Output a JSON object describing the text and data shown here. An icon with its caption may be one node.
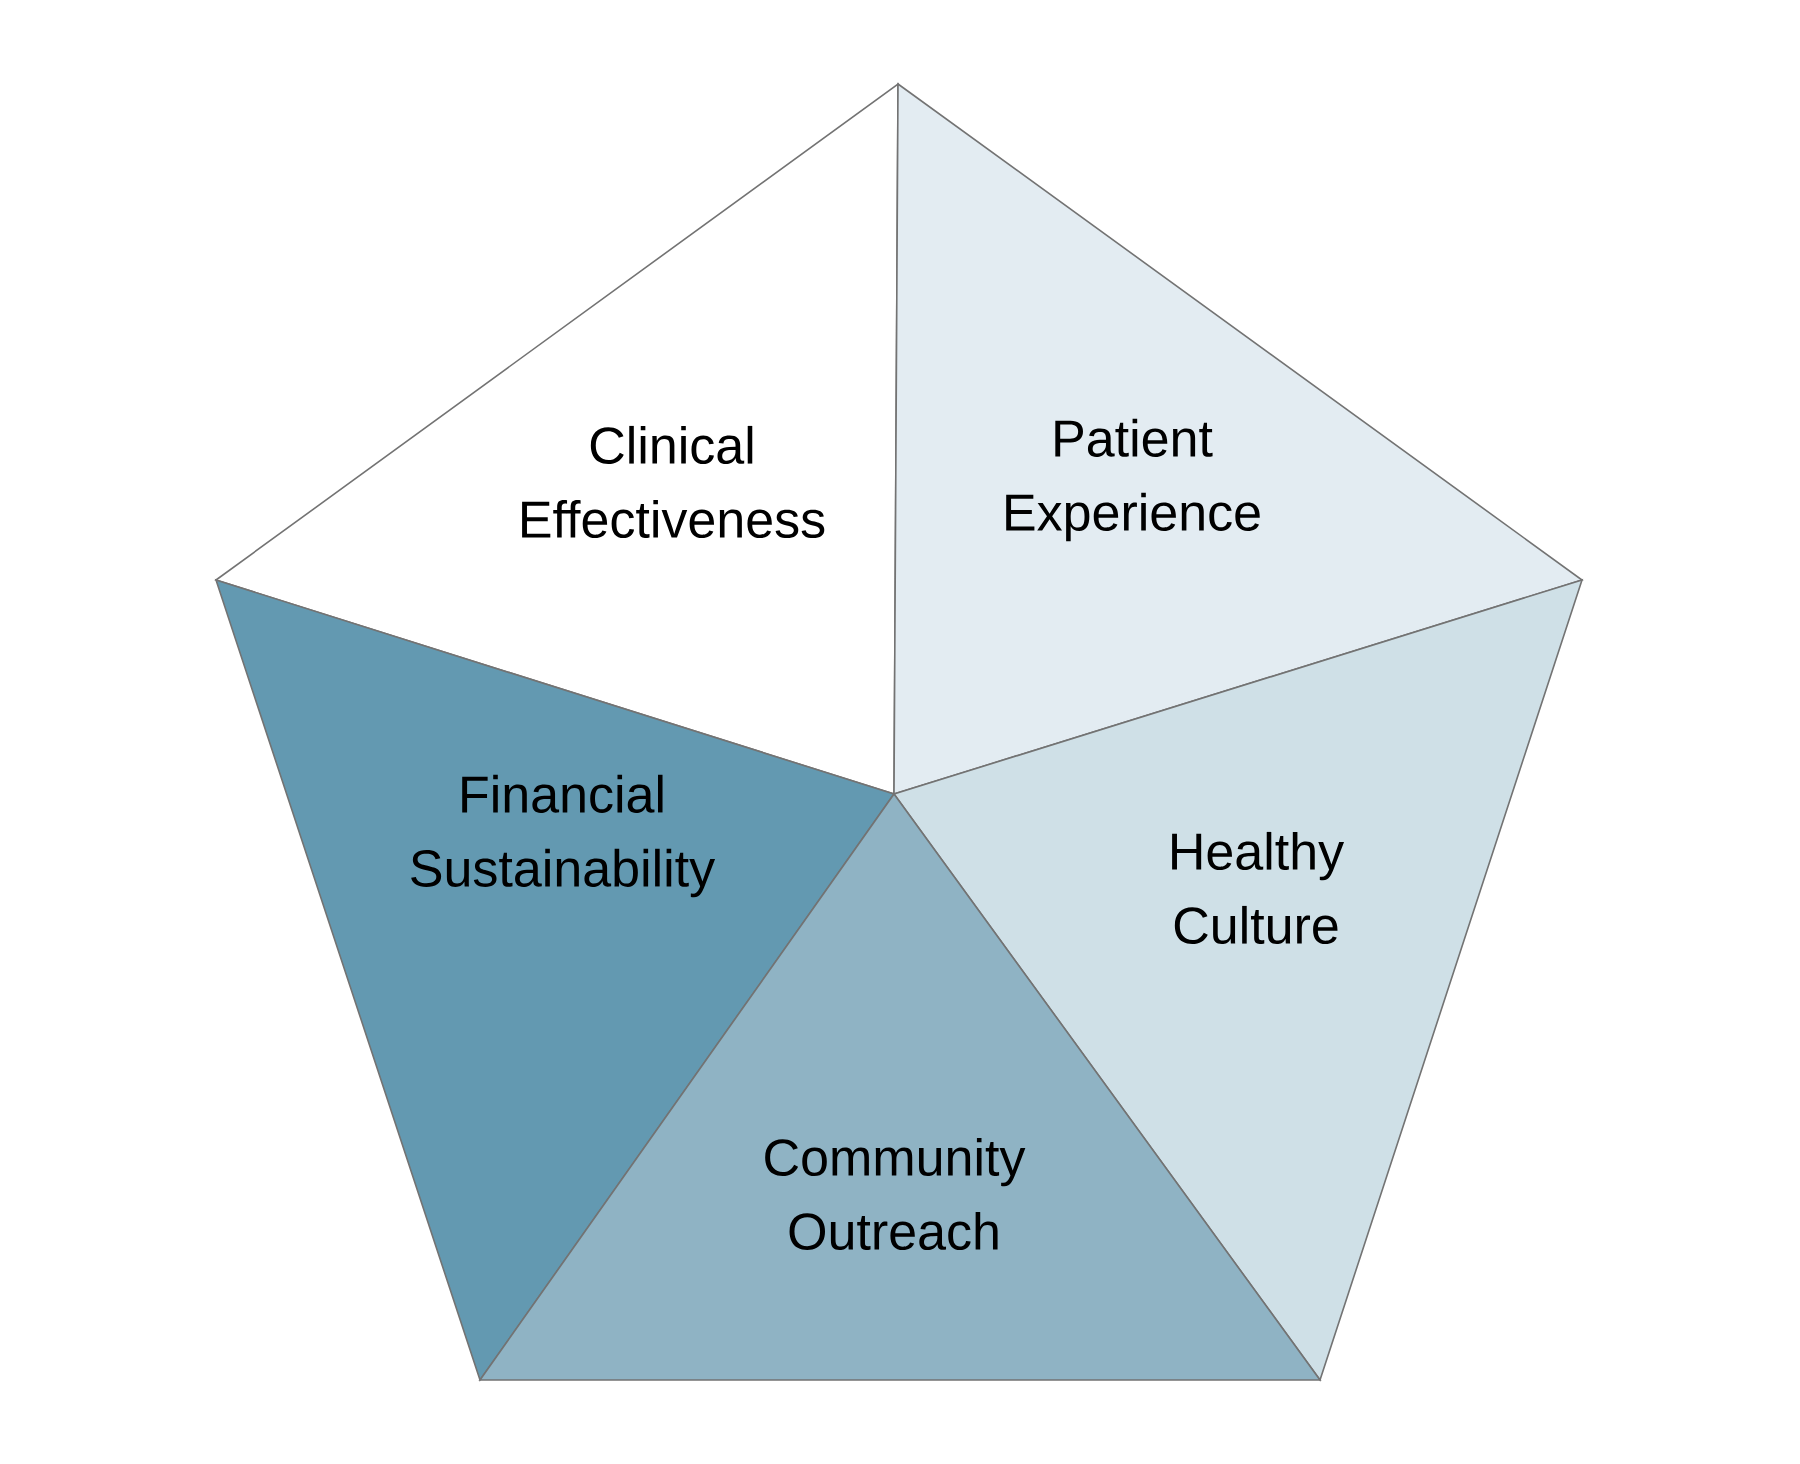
{
  "diagram": {
    "nodes": [
      {
        "text": [
          "Clinical Effectiveness"
        ]
      },
      {
        "text": [
          "Patient Experience"
        ]
      },
      {
        "text": [
          "Financial Sustainability"
        ]
      },
      {
        "text": [
          "Healthy Culture"
        ]
      },
      {
        "text": [
          "Community Outreach"
        ]
      }
    ]
  }
}
